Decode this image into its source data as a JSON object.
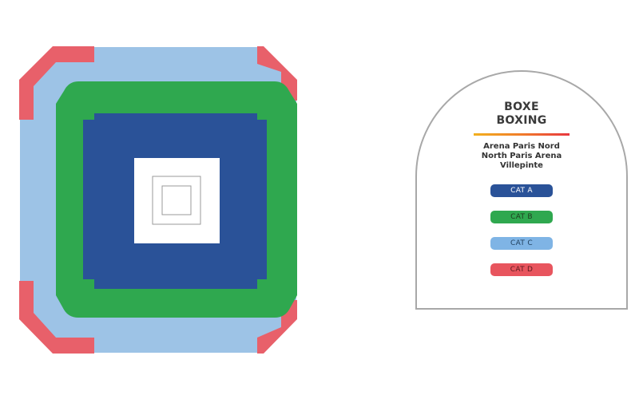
{
  "legend": {
    "title_fr": "BOXE",
    "title_en": "BOXING",
    "venue_lines": [
      "Arena Paris Nord",
      "North Paris Arena",
      "Villepinte"
    ],
    "categories": [
      {
        "label": "CAT A",
        "color": "#2a5298",
        "text_color": "#ffffff"
      },
      {
        "label": "CAT B",
        "color": "#2fa84f",
        "text_color": "#1e3a1e"
      },
      {
        "label": "CAT C",
        "color": "#7fb4e5",
        "text_color": "#21415f"
      },
      {
        "label": "CAT D",
        "color": "#e8555e",
        "text_color": "#5a1a1e"
      }
    ]
  },
  "seat_colors": {
    "cat_a": "#2a5298",
    "cat_b": "#2fa84f",
    "cat_c": "#9dc3e6",
    "cat_d": "#e8606a",
    "ring": "#ffffff",
    "ring_line": "#9a9a9a"
  }
}
